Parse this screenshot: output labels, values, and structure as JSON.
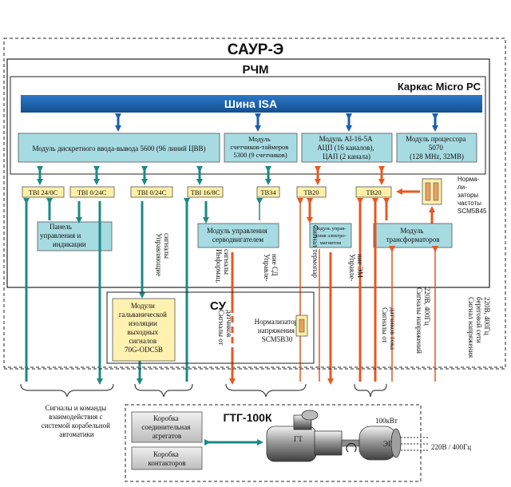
{
  "titles": {
    "saur": "САУР-Э",
    "rchm": "РЧМ",
    "frame": "Каркас Micro PC",
    "bus": "Шина ISA",
    "su": "СУ",
    "gen": "ГТГ-100К"
  },
  "modules": {
    "dio": "Модуль дискретного ввода-вывода 5600 (96 линий ЦВВ)",
    "counter": [
      "Модуль",
      "счетчиков-таймеров",
      "5300 (9 счетчиков)"
    ],
    "adc": [
      "Модуль AI-16-5A",
      "АЦП (16 каналов),",
      "ЦАП (2 канала)"
    ],
    "cpu": [
      "Модуль процессора",
      "5070",
      "(128 MHz, 32MB)"
    ],
    "panel": [
      "Панель",
      "управления и",
      "индикации"
    ],
    "servo": [
      "Модуль управления",
      "серводвигателем"
    ],
    "em": [
      "Модуль управ-",
      "ления электро-",
      "магнитом"
    ],
    "trans": [
      "Модуль",
      "трансформаторов"
    ],
    "galv": [
      "Модули",
      "гальванической",
      "изоляции",
      "выходных",
      "сигналов",
      "70G-ODC5B"
    ]
  },
  "terminals": [
    "TBI 24/0C",
    "TBI 0/24C",
    "TBI 0/24C",
    "TBI 16/8C",
    "TB34",
    "TB20",
    "TB20"
  ],
  "normalizers": {
    "freq": [
      "Норма-",
      "ли-",
      "заторы",
      "частоты",
      "SCM5B45"
    ],
    "volt": [
      "Нормализатор",
      "напряжения",
      "SCM5B30"
    ]
  },
  "vertical_labels": {
    "ctrl_signals": [
      "Управляющие",
      "сигналы"
    ],
    "info_signals": [
      "Информац.",
      "сигналы"
    ],
    "sd_ctrl": [
      "Управле-",
      "ние СД"
    ],
    "sensor_signals": [
      "Сигналы от",
      "датчиков"
    ],
    "term_signal": "Сигнал термопар",
    "em_ctrl": [
      "Управле-",
      "ние ЭМ"
    ],
    "current_signals": [
      "Сигналы от",
      "датчиков тока"
    ],
    "voltage_signals": [
      "Сигналы напряжений",
      "220В, 400Гц"
    ],
    "shore_voltage": [
      "Сигнал напряжения",
      "береговой сети",
      "220В, 400Гц"
    ]
  },
  "bottom": {
    "signals_note": [
      "Сигналы и команды",
      "взаимодействия с",
      "системой корабельной",
      "автоматики"
    ],
    "box_unit": [
      "Коробка",
      "соединительная",
      "агрегатов"
    ],
    "box_contact": [
      "Коробка",
      "контакторов"
    ],
    "power": "100кВт",
    "gt": "ГТ",
    "eg": "ЭГ",
    "output": "220В / 400Гц"
  },
  "colors": {
    "bus_blue": "#1a5fa8",
    "module_fill": "#a7dbe2",
    "terminal_fill": "#fff0a8",
    "teal": "#1b8a84",
    "orange": "#e8571f",
    "galv_fill": "#fff2b0",
    "box_gray": "#d9d9d9"
  }
}
